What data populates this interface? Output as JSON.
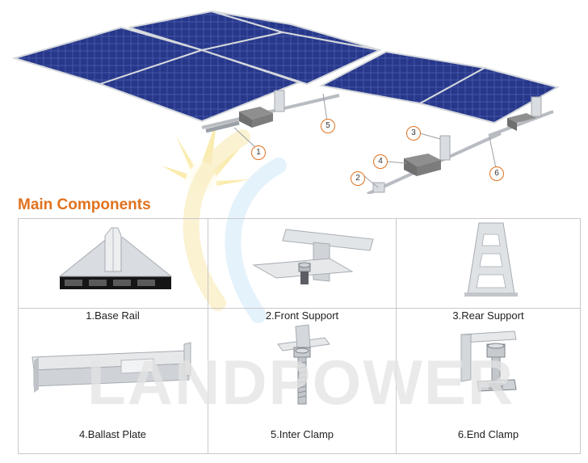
{
  "hero": {
    "callouts": [
      "1",
      "2",
      "3",
      "4",
      "5",
      "6"
    ]
  },
  "section": {
    "title": "Main Components"
  },
  "watermark": {
    "text": "LANDPOWER"
  },
  "components": [
    {
      "caption": "1.Base Rail",
      "icon": "base-rail"
    },
    {
      "caption": "2.Front Support",
      "icon": "front-support"
    },
    {
      "caption": "3.Rear Support",
      "icon": "rear-support"
    },
    {
      "caption": "4.Ballast Plate",
      "icon": "ballast-plate"
    },
    {
      "caption": "5.Inter Clamp",
      "icon": "inter-clamp"
    },
    {
      "caption": "6.End Clamp",
      "icon": "end-clamp"
    }
  ],
  "colors": {
    "accent": "#e0721f",
    "panel": "#2b3a8c",
    "aluminium": "#c9cdd2",
    "grid": "#c9c9c9"
  }
}
